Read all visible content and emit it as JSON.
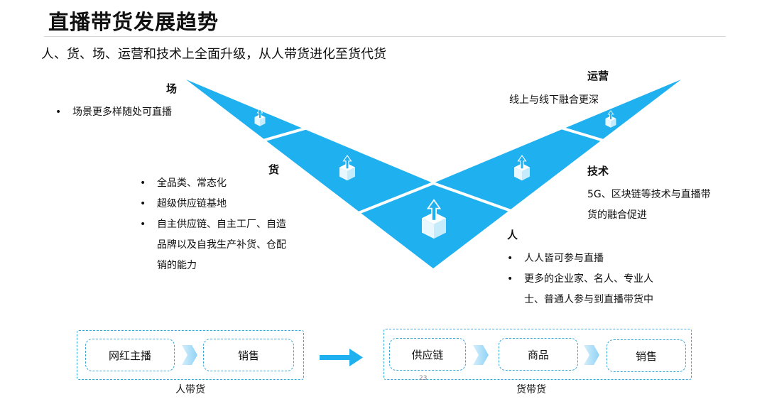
{
  "title": "直播带货发展趋势",
  "subtitle": "人、货、场、运营和技术上全面升级，从人带货进化至货代货",
  "left_wing": {
    "changjing": {
      "heading": "场",
      "bullets": [
        "场景更多样随处可直播"
      ]
    },
    "huo": {
      "heading": "货",
      "bullets": [
        "全品类、常态化",
        "超级供应链基地",
        "自主供应链、自主工厂、自造品牌以及自我生产补货、仓配销的能力"
      ]
    }
  },
  "right_wing": {
    "yunying": {
      "heading": "运营",
      "text": "线上与线下融合更深"
    },
    "jishu": {
      "heading": "技术",
      "text": "5G、区块链等技术与直播带货的融合促进"
    },
    "ren": {
      "heading": "人",
      "bullets": [
        "人人皆可参与直播",
        "更多的企业家、名人、专业人士、普通人参与到直播带货中"
      ]
    }
  },
  "flow_left": {
    "steps": [
      "网红主播",
      "销售"
    ],
    "caption": "人带货"
  },
  "flow_right": {
    "steps": [
      "供应链",
      "商品",
      "销售"
    ],
    "caption": "货带货"
  },
  "page_number": "23",
  "colors": {
    "primary": "#1fb0f0",
    "divider": "#ffffff",
    "dash": "#3aa6d8"
  },
  "icons": {
    "box": "box-arrow-up-icon",
    "arrow": "right-arrow-icon"
  }
}
